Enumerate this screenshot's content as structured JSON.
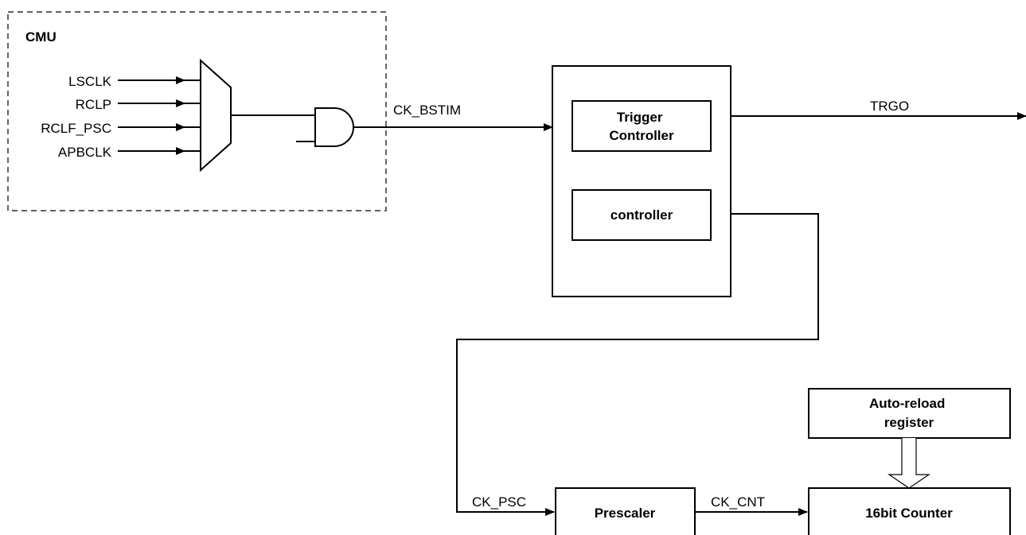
{
  "cmu": {
    "title": "CMU"
  },
  "inputs": [
    "LSCLK",
    "RCLP",
    "RCLF_PSC",
    "APBCLK"
  ],
  "signals": {
    "ck_bstim": "CK_BSTIM",
    "trgo": "TRGO",
    "ck_psc": "CK_PSC",
    "ck_cnt": "CK_CNT"
  },
  "blocks": {
    "trigger_controller": [
      "Trigger",
      "Controller"
    ],
    "controller": "controller",
    "prescaler": "Prescaler",
    "counter": "16bit Counter",
    "auto_reload": [
      "Auto-reload",
      "register"
    ]
  }
}
